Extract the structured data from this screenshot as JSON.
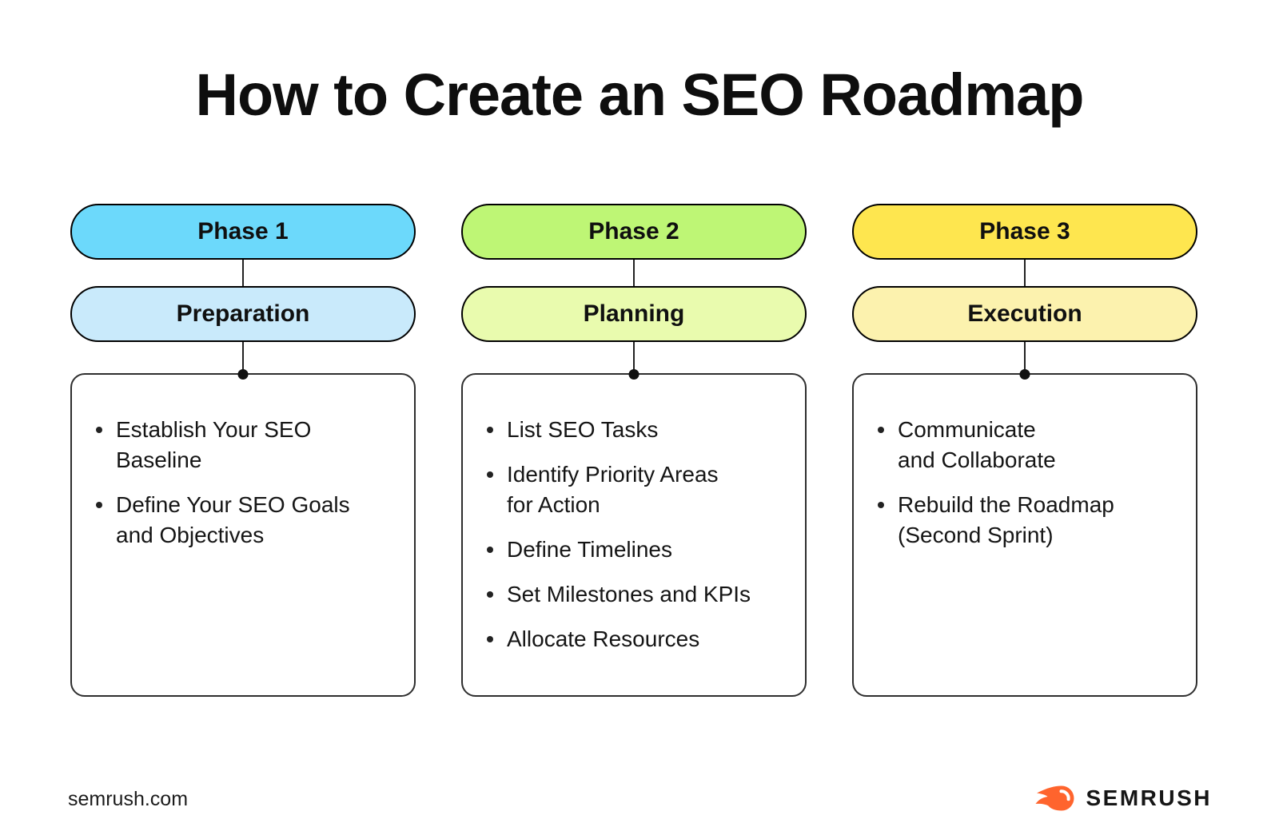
{
  "title": "How to Create an SEO Roadmap",
  "columns": [
    {
      "phase_label": "Phase 1",
      "phase_color": "#6CD9FB",
      "stage_label": "Preparation",
      "stage_color": "#C9EAFB",
      "items": [
        "Establish Your SEO\nBaseline",
        "Define Your SEO Goals\nand Objectives"
      ]
    },
    {
      "phase_label": "Phase 2",
      "phase_color": "#BEF675",
      "stage_label": "Planning",
      "stage_color": "#E9FBAE",
      "items": [
        "List SEO Tasks",
        "Identify Priority Areas\nfor Action",
        "Define Timelines",
        "Set Milestones and KPIs",
        "Allocate Resources"
      ]
    },
    {
      "phase_label": "Phase 3",
      "phase_color": "#FEE64F",
      "stage_label": "Execution",
      "stage_color": "#FCF2AE",
      "items": [
        "Communicate\nand Collaborate",
        "Rebuild the Roadmap\n(Second Sprint)"
      ]
    }
  ],
  "footer": {
    "website": "semrush.com",
    "logo_text": "SEMRUSH",
    "logo_color": "#FF642D"
  }
}
